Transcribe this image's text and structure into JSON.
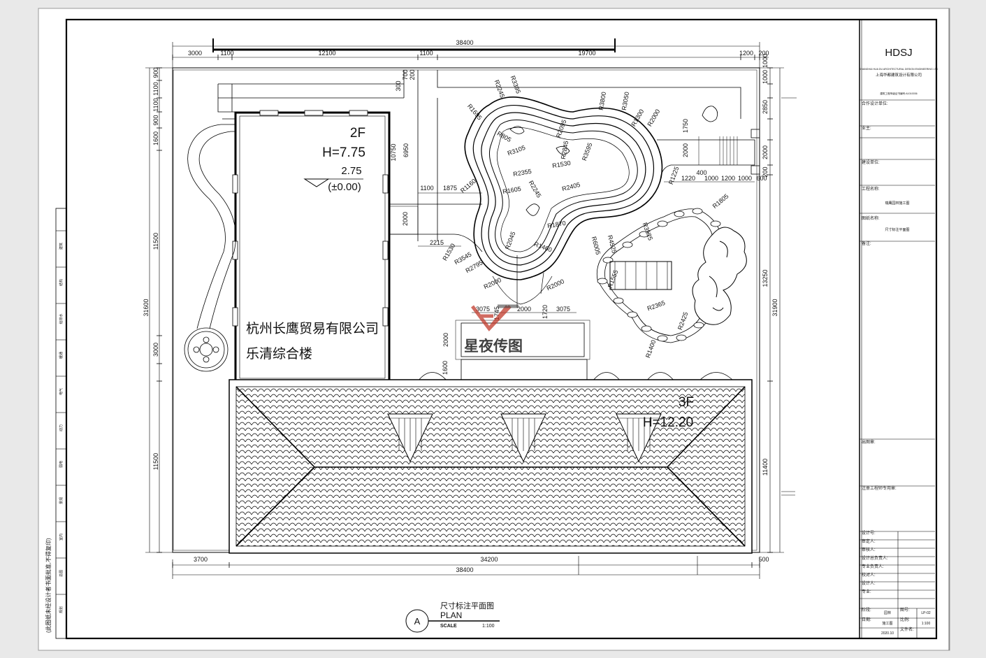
{
  "firm": {
    "logo": "HDSJ",
    "name_en": "SHANGHAI HUA DU ARCHITECTURAL DESIGN ENGINEERING LTD",
    "name_cn": "上海华都建筑设计有限公司",
    "license": "建筑工程甲级证书编号:A1010036"
  },
  "title_block": {
    "fields": [
      "合作设计单位:",
      "业主:",
      "建设单位:",
      "工程名称:",
      "图纸名称:",
      "备注:",
      "出图章:",
      "注册工程师专用章:",
      "设计号:",
      "审定人:",
      "审核人:",
      "设计总负责人:",
      "专业负责人:",
      "校对人:",
      "设计人:",
      "专业:",
      "阶段:",
      "日期:"
    ],
    "project_value": "瑞鹰园林施工图",
    "drawing_value": "尺寸标注平面图",
    "discipline_value": "园林",
    "stage_value": "施工图",
    "date_value": "2020.10",
    "drawing_no_label": "图号:",
    "drawing_no_value": "LP-02",
    "scale_label": "比例:",
    "scale_value": "1:100",
    "version_label": "文件名:"
  },
  "left_strip": {
    "note": "(此图纸未经设计者书面批准,不得复印)",
    "labels": [
      "建筑",
      "结构",
      "给排水",
      "暖通",
      "电气",
      "动力",
      "弱电",
      "景观",
      "室内",
      "总图",
      "规划"
    ]
  },
  "building_2f": {
    "floor": "2F",
    "height": "H=7.75",
    "level": "2.75",
    "base": "(±0.00)",
    "company": "杭州长鹰贸易有限公司",
    "building": "乐清综合楼"
  },
  "building_3f": {
    "floor": "3F",
    "height": "H=12.20"
  },
  "watermark": "星夜传图",
  "plan_title": {
    "mark": "A",
    "cn": "尺寸标注平面图",
    "en": "PLAN",
    "scale_label": "SCALE",
    "scale": "1:100"
  },
  "dimensions": {
    "top_total": "38400",
    "top_segments": [
      "3000",
      "1100",
      "12100",
      "1100",
      "19700",
      "1200",
      "200"
    ],
    "bottom_segments": [
      "3700",
      "34200",
      "500"
    ],
    "bottom_total": "38400",
    "left_total": "31600",
    "left_segments": [
      "900",
      "1100",
      "1100",
      "900",
      "1600",
      "11500",
      "3000",
      "11500"
    ],
    "right_total": "31900",
    "right_segments": [
      "1000",
      "1000",
      "2850",
      "1750",
      "2000",
      "2000",
      "200",
      "13250",
      "11400"
    ],
    "inner_v": [
      "300",
      "700",
      "200",
      "10750",
      "6950",
      "2000",
      "1600",
      "1745",
      "1720",
      "2000"
    ],
    "inner_h": [
      "1100",
      "1875",
      "2215",
      "3075",
      "2000",
      "3075",
      "1220",
      "1000",
      "1200",
      "1000",
      "600",
      "400"
    ],
    "radii": [
      "R3395",
      "R2245",
      "R1695",
      "R805",
      "R3105",
      "R2095",
      "R2845",
      "R3595",
      "R1530",
      "R2355",
      "R1160",
      "R1605",
      "R2245",
      "R2405",
      "R3800",
      "R3050",
      "R1300",
      "R2000",
      "R1870",
      "R3525",
      "R4525",
      "R6005",
      "R2045",
      "R1460",
      "R1530",
      "R3545",
      "R2795",
      "R2000",
      "R2000",
      "R1805",
      "R1555",
      "R2365",
      "R2425",
      "R1400",
      "R1225"
    ]
  }
}
